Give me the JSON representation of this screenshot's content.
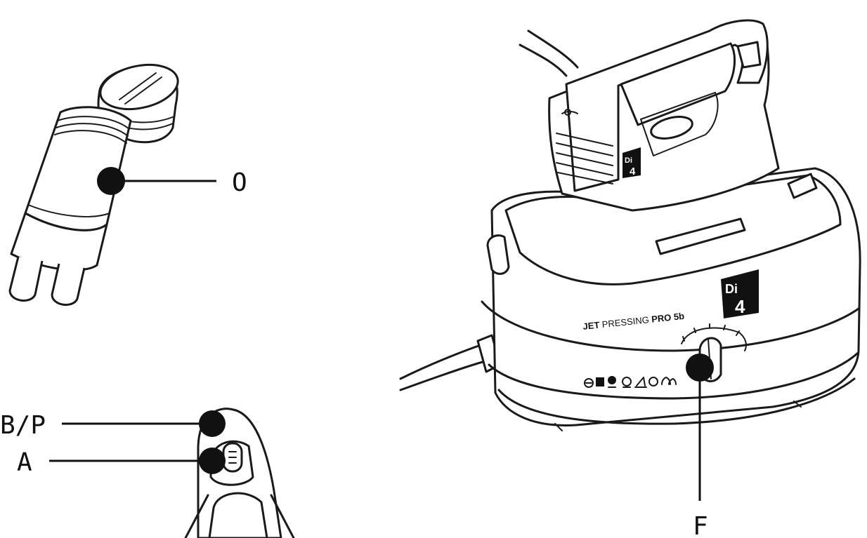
{
  "callouts": {
    "o": "O",
    "b_p": "B/P",
    "a": "A",
    "f": "F"
  },
  "product": {
    "name_bold_1": "JET",
    "name_light": " PRESSING",
    "name_bold_2": " PRO 5b",
    "logo_top": "Di",
    "logo_bottom": "4"
  }
}
